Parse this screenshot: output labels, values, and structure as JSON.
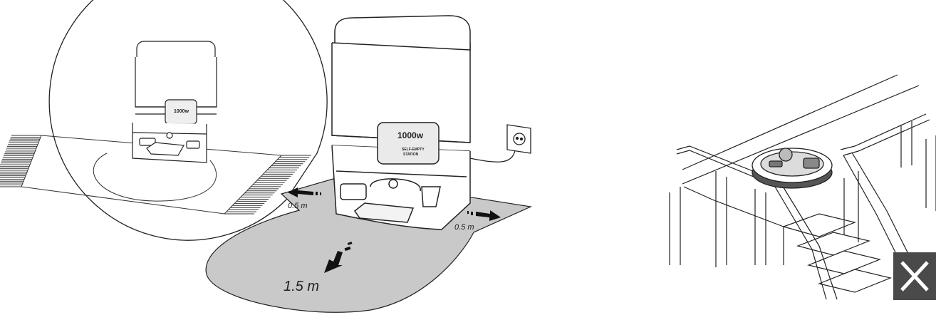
{
  "left_clearance": "0.5 m",
  "right_clearance": "0.5 m",
  "front_clearance": "1.5 m",
  "station_power_label": "1000w",
  "inset_power_label": "1000w",
  "station_panel_line1": "SELF-EMPTY",
  "station_panel_line2": "STATION",
  "colors": {
    "floor_zone": "#c9c9c9",
    "line": "#222222",
    "warning_badge": "#4a4a4a"
  },
  "icons": [
    "power-socket-icon",
    "cross-icon"
  ]
}
